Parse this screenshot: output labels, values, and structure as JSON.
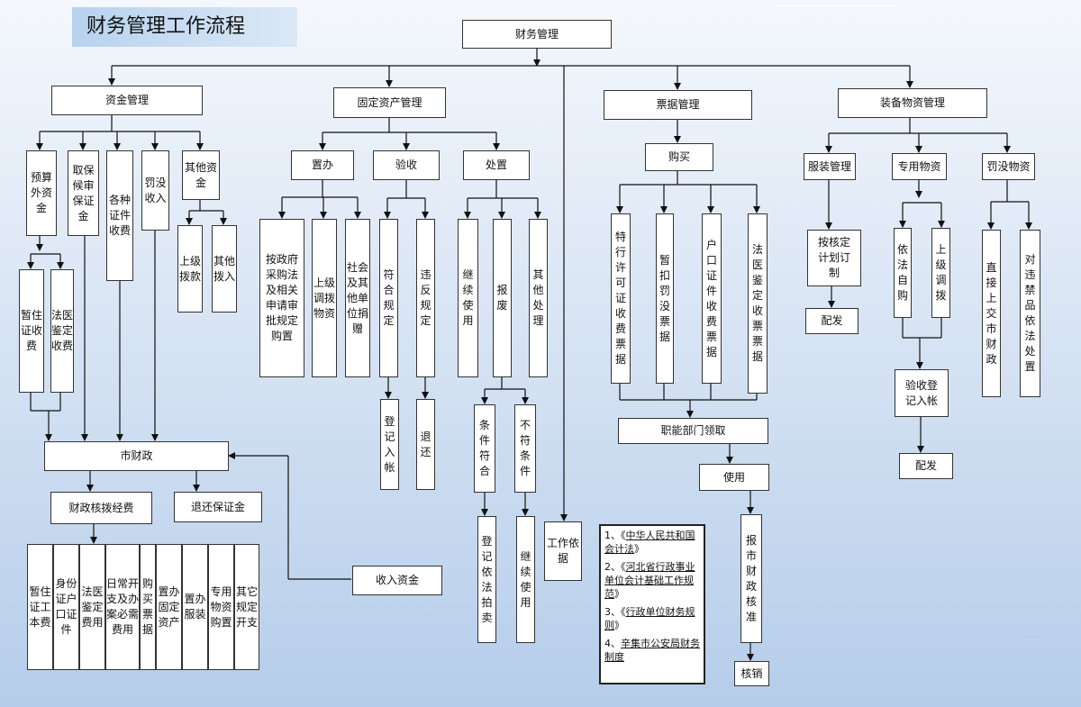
{
  "title": "财务管理工作流程",
  "root": "财务管理",
  "capital": {
    "label": "资金管理",
    "items": [
      "预算外资金",
      "取保候审保证金",
      "各种证件收费",
      "罚没收入",
      "其他资金"
    ],
    "sub_budget": [
      "暂住证收费",
      "法医鉴定收费"
    ],
    "sub_other": [
      "上级拨款",
      "其他拨入"
    ]
  },
  "city_finance": "市财政",
  "fin_allocate": "财政核拨经费",
  "refund_deposit": "退还保证金",
  "expense_items": [
    "暂住证工本费",
    "身份证户口证件",
    "法医鉴定费用",
    "日常开支及办案必需费用",
    "购买票据",
    "置办固定资产",
    "置办服装",
    "专用物资购置",
    "其它规定开支"
  ],
  "income_funds": "收入资金",
  "fixed_assets": {
    "label": "固定资产管理",
    "groups": [
      "置办",
      "验收",
      "处置"
    ],
    "purchase_items": [
      "按政府采购法及相关申请审批规定购置",
      "上级调拨物资",
      "社会及其他单位捐赠"
    ],
    "accept_items": [
      "符合规定",
      "违反规定"
    ],
    "accept_results": [
      "登记入帐",
      "退还"
    ],
    "dispose_items": [
      "继续使用",
      "报废",
      "其他处理"
    ],
    "scrap_conditions": [
      "条件符合",
      "不符条件"
    ],
    "scrap_results": [
      "登记依法拍卖",
      "继续使用"
    ]
  },
  "tickets": {
    "label": "票据管理",
    "buy": "购买",
    "items": [
      "特行许可证收费票据",
      "暂扣罚没票据",
      "户口证件收费票据",
      "法医鉴定收票票据"
    ],
    "dept_receive": "职能部门领取",
    "use": "使用",
    "report": "报市财政核准",
    "cancel": "核销"
  },
  "work_basis": {
    "label": "工作依据",
    "items": [
      [
        "1、《",
        "中华人民共和国会计法",
        "》"
      ],
      [
        "2、《",
        "河北省行政事业单位会计基础工作规范",
        "》"
      ],
      [
        "3、《",
        "行政单位财务规则",
        "》"
      ],
      [
        "4、",
        "辛集市公安局财务制度",
        ""
      ]
    ]
  },
  "equipment": {
    "label": "装备物资管理",
    "groups": [
      "服装管理",
      "专用物资",
      "罚没物资"
    ],
    "clothing_plan": "按核定计划订制",
    "distribute": "配发",
    "special_items": [
      "依法自购",
      "上级调拨"
    ],
    "accept_register": "验收登记入帐",
    "confiscated_items": [
      "直接上交市财政",
      "对违禁品依法处置"
    ]
  }
}
